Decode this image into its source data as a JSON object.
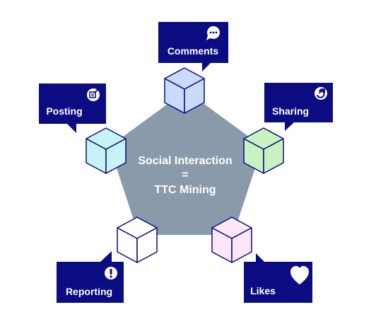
{
  "center": {
    "line1": "Social Interaction",
    "line2": "=",
    "line3": "TTC Mining"
  },
  "colors": {
    "pentagon": "#8a9aab",
    "callout": "#0b0b82",
    "cube_stroke": "#0b0b82",
    "comments_cube": "#c9dcff",
    "sharing_cube": "#c8f3c0",
    "likes_cube": "#fde6f5",
    "reporting_cube": "#ffffff",
    "posting_cube": "#c6f4f6"
  },
  "items": {
    "comments": {
      "label": "Comments",
      "icon": "speech-bubble-dots-icon"
    },
    "sharing": {
      "label": "Sharing",
      "icon": "share-arrow-icon"
    },
    "likes": {
      "label": "Likes",
      "icon": "heart-icon"
    },
    "reporting": {
      "label": "Reporting",
      "icon": "exclamation-icon"
    },
    "posting": {
      "label": "Posting",
      "icon": "edit-post-icon"
    }
  }
}
